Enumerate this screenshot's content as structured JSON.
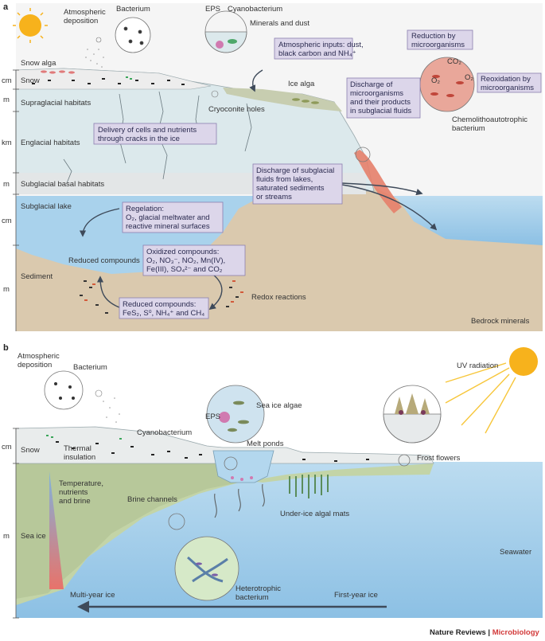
{
  "panel_a": {
    "letter": "a",
    "units": [
      "cm",
      "m",
      "km",
      "m",
      "cm",
      "m"
    ],
    "labels": {
      "bacterium": "Bacterium",
      "atmospheric_deposition_1": "Atmospheric",
      "atmospheric_deposition_2": "deposition",
      "eps": "EPS",
      "cyanobacterium": "Cyanobacterium",
      "minerals_dust": "Minerals and dust",
      "snow_alga": "Snow alga",
      "snow": "Snow",
      "supraglacial": "Supraglacial habitats",
      "englacial": "Englacial habitats",
      "subglacial_basal": "Subglacial basal habitats",
      "subglacial_lake": "Subglacial lake",
      "sediment": "Sediment",
      "cryoconite": "Cryoconite holes",
      "ice_alga": "Ice alga",
      "reduced_compounds": "Reduced compounds",
      "redox": "Redox reactions",
      "bedrock": "Bedrock minerals",
      "chemo_1": "Chemolithoautotrophic",
      "chemo_2": "bacterium",
      "co2": "CO₂",
      "o2a": "O₂",
      "o2b": "O₂"
    },
    "boxes": {
      "atm_inputs_1": "Atmospheric inputs: dust,",
      "atm_inputs_2": "black carbon and NH₄⁺",
      "delivery_1": "Delivery of cells and nutrients",
      "delivery_2": "through cracks in the ice",
      "reduction_1": "Reduction by",
      "reduction_2": "microorganisms",
      "reoxidation_1": "Reoxidation by",
      "reoxidation_2": "microorganisms",
      "discharge_micro_1": "Discharge of",
      "discharge_micro_2": "microorganisms",
      "discharge_micro_3": "and their products",
      "discharge_micro_4": "in subglacial fluids",
      "discharge_fluids_1": "Discharge of subglacial",
      "discharge_fluids_2": "fluids from lakes,",
      "discharge_fluids_3": "saturated sediments",
      "discharge_fluids_4": "or streams",
      "regelation_1": "Regelation:",
      "regelation_2": "O₂, glacial meltwater and",
      "regelation_3": "reactive mineral surfaces",
      "oxidized_1": "Oxidized compounds:",
      "oxidized_2": "O₂, NO₃⁻, NO₂, Mn(IV),",
      "oxidized_3": "Fe(III), SO₄²⁻ and CO₂",
      "reduced_box_1": "Reduced compounds:",
      "reduced_box_2": "FeS₂, S⁰, NH₄⁺ and CH₄"
    }
  },
  "panel_b": {
    "letter": "b",
    "units": [
      "cm",
      "m"
    ],
    "labels": {
      "atmospheric_deposition_1": "Atmospheric",
      "atmospheric_deposition_2": "deposition",
      "bacterium": "Bacterium",
      "uv": "UV radiation",
      "eps": "EPS",
      "sea_ice_algae": "Sea ice algae",
      "cyanobacterium": "Cyanobacterium",
      "snow": "Snow",
      "thermal_1": "Thermal",
      "thermal_2": "insulation",
      "melt_ponds": "Melt ponds",
      "frost_flowers": "Frost flowers",
      "tnb_1": "Temperature,",
      "tnb_2": "nutrients",
      "tnb_3": "and brine",
      "brine_channels": "Brine channels",
      "sea_ice": "Sea ice",
      "under_ice": "Under-ice algal mats",
      "seawater": "Seawater",
      "hetero_1": "Heterotrophic",
      "hetero_2": "bacterium",
      "multi_year": "Multi-year ice",
      "first_year": "First-year ice"
    }
  },
  "footer": {
    "journal": "Nature Reviews",
    "separator": " | ",
    "section": "Microbiology"
  },
  "colors": {
    "sky": "#f4f4f4",
    "ice": "#dbe9ec",
    "snow": "#eeeeee",
    "water": "#9fcbe8",
    "water_light": "#c9e3f3",
    "sediment": "#dac9ae",
    "box": "#dcd6ea",
    "sun": "#f7b21c",
    "discharge": "#e5806a",
    "section_red": "#d23a3a"
  }
}
